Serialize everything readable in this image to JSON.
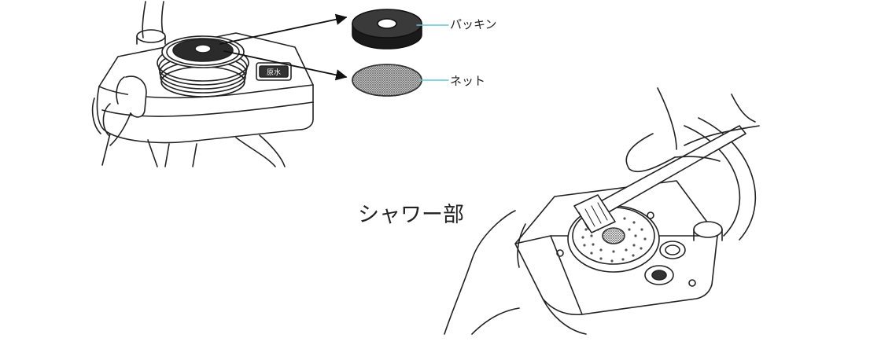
{
  "labels": {
    "packing": "パッキン",
    "net": "ネット",
    "shower": "シャワー部"
  },
  "faucet_plate_text": "原水",
  "colors": {
    "leader_line": "#5fc6d8",
    "arrow": "#111111",
    "gasket": "#2b2b2b",
    "mesh": "#8a8a8a",
    "line_art": "#222222"
  }
}
